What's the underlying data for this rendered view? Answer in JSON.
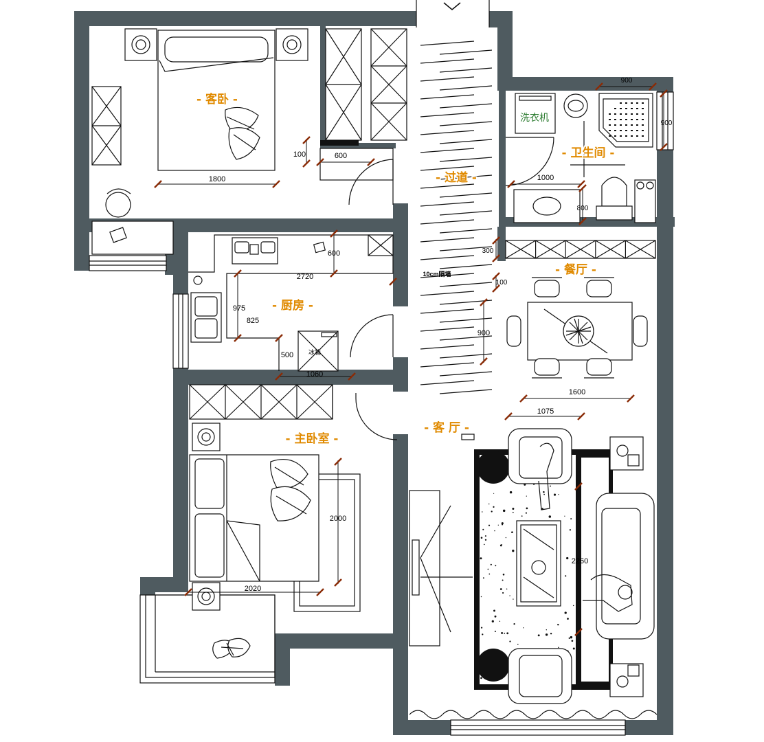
{
  "colors": {
    "wall": "#4f5b60",
    "label": "#e08a00",
    "dimension_tick": "#8a2b06",
    "washer_label": "#2e7d32"
  },
  "rooms": {
    "guest_bedroom": "- 客卧 -",
    "corridor": "- 过道 -",
    "bathroom": "- 卫生间 -",
    "kitchen": "- 厨房 -",
    "dining": "- 餐厅 -",
    "living": "- 客 厅 -",
    "master_bedroom": "- 主卧室 -"
  },
  "labels": {
    "washing_machine": "洗衣机",
    "partition_note": "10cm隔墙",
    "fridge": "冰箱"
  },
  "dimensions": {
    "guest_bed_width": "1800",
    "wardrobe_gap": "100",
    "wardrobe_depth": "600",
    "bath_top": "900",
    "bath_side": "900",
    "bath_vanity": "1000",
    "bath_small": "800",
    "corridor_300": "300",
    "corridor_100": "100",
    "corridor_900": "900",
    "kitchen_counter": "600",
    "kitchen_length": "2720",
    "kitchen_975": "975",
    "kitchen_825": "825",
    "kitchen_500": "500",
    "kitchen_1060": "1060",
    "dining_table": "1600",
    "living_chairs": "1075",
    "sofa_length": "2260",
    "master_bed_length": "2000",
    "master_bed_width": "2020"
  }
}
